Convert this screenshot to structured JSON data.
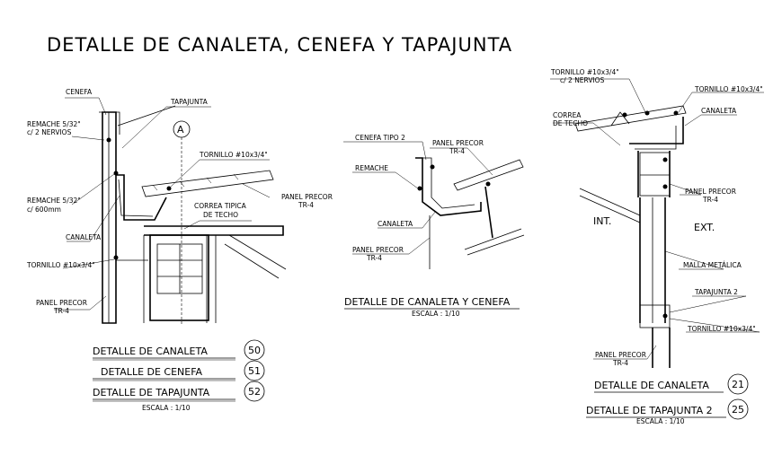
{
  "title": "DETALLE DE CANALETA, CENEFA Y TAPAJUNTA",
  "left": {
    "labels": {
      "cenefa": "CENEFA",
      "tapajunta": "TAPAJUNTA",
      "remache1a": "REMACHE 5/32\"",
      "remache1b": "c/ 2 NERVIOS",
      "axis": "A",
      "tornillo_top": "TORNILLO #10x3/4\"",
      "remache2a": "REMACHE 5/32\"",
      "remache2b": "c/ 600mm",
      "panel_a": "PANEL PRECOR",
      "panel_b": "TR-4",
      "correa_a": "CORREA TIPICA",
      "correa_b": "DE TECHO",
      "canaleta": "CANALETA",
      "tornillo_bot": "TORNILLO #10x3/4\"",
      "panel2_a": "PANEL PRECOR",
      "panel2_b": "TR-4"
    },
    "titles": [
      {
        "text": "DETALLE DE CANALETA",
        "num": "50"
      },
      {
        "text": "DETALLE DE CENEFA",
        "num": "51"
      },
      {
        "text": "DETALLE DE TAPAJUNTA",
        "num": "52"
      }
    ],
    "scale": "ESCALA : 1/10"
  },
  "middle": {
    "labels": {
      "cenefa_tipo": "CENEFA TIPO 2",
      "panel_a": "PANEL PRECOR",
      "panel_b": "TR-4",
      "remache": "REMACHE",
      "canaleta": "CANALETA",
      "panel2_a": "PANEL PRECOR",
      "panel2_b": "TR-4"
    },
    "title": "DETALLE DE CANALETA Y CENEFA",
    "scale": "ESCALA : 1/10"
  },
  "right": {
    "labels": {
      "tornillo_a": "TORNILLO #10x3/4\"",
      "tornillo_b": "c/ 2 NERVIOS",
      "tornillo2": "TORNILLO #10x3/4\"",
      "correa_a": "CORREA",
      "correa_b": "DE TECHO",
      "canaleta": "CANALETA",
      "panel_a": "PANEL PRECOR",
      "panel_b": "TR-4",
      "int": "INT.",
      "ext": "EXT.",
      "malla": "MALLA METÁLICA",
      "tapajunta2": "TAPAJUNTA 2",
      "tornillo3": "TORNILLO #10x3/4\"",
      "panel2_a": "PANEL PRECOR",
      "panel2_b": "TR-4"
    },
    "titles": [
      {
        "text": "DETALLE DE CANALETA",
        "num": "21"
      },
      {
        "text": "DETALLE DE TAPAJUNTA 2",
        "num": "25"
      }
    ],
    "scale": "ESCALA : 1/10"
  }
}
